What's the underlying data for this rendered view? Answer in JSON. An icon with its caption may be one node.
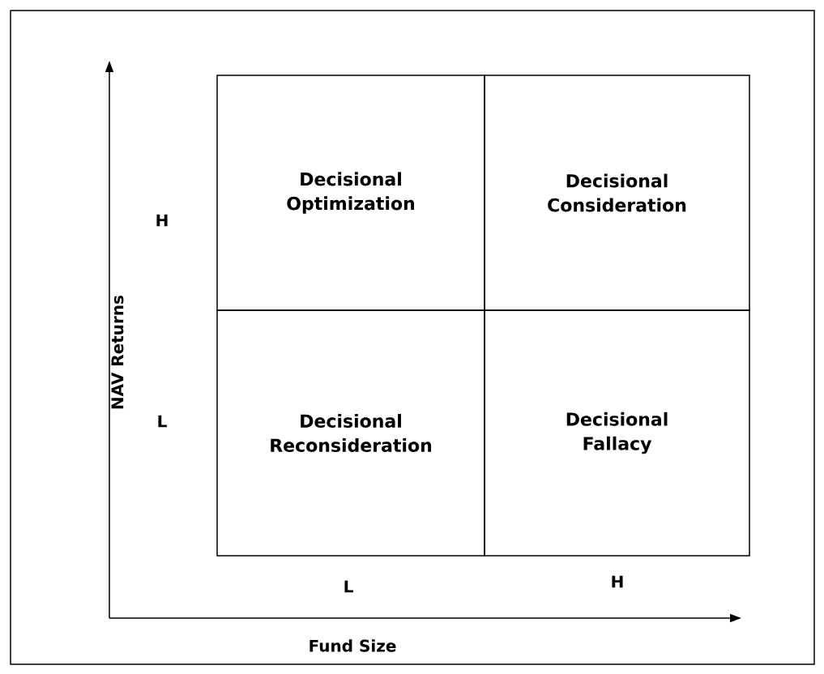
{
  "diagram": {
    "nodes": [
      {
        "text": [
          "Decisional Optimization"
        ]
      },
      {
        "text": [
          "Decisional Consideration"
        ]
      },
      {
        "text": [
          "Decisional Reconsideration"
        ]
      },
      {
        "text": [
          "Decisional Fallacy"
        ]
      }
    ],
    "labels": [
      "H",
      "NAV Returns",
      "L",
      "L",
      "H",
      "Fund Size"
    ]
  }
}
